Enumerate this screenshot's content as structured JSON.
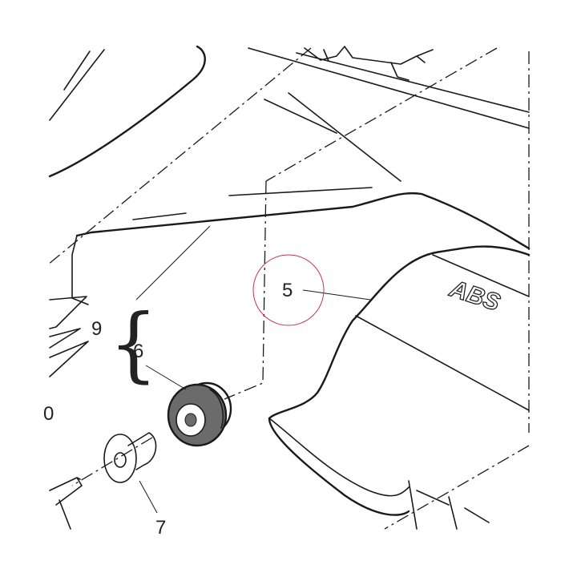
{
  "labels": {
    "part_5": "5",
    "part_6": "6",
    "part_7": "7",
    "part_9": "9",
    "part_partial": "0",
    "brace": "{",
    "abs_mark": "ABS"
  },
  "colors": {
    "line": "#1a1a1a",
    "highlight_circle": "#c0394a",
    "grommet_fill": "#6b6b6b",
    "background": "#ffffff"
  }
}
